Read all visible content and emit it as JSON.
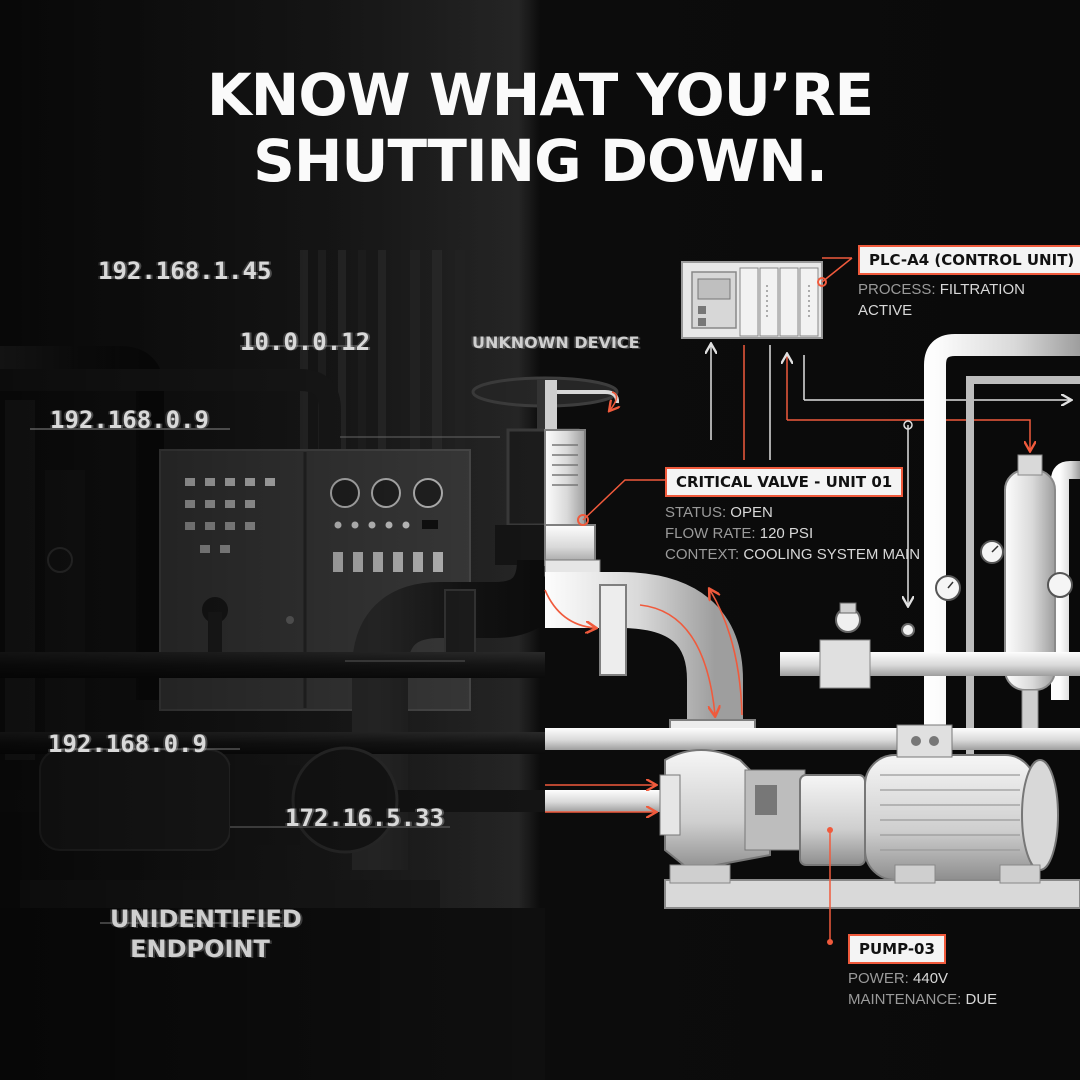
{
  "headline": {
    "line1": "KNOW WHAT YOU’RE",
    "line2": "SHUTTING DOWN."
  },
  "left_side": {
    "ip_labels": [
      "192.168.1.45",
      "10.0.0.12",
      "192.168.0.9",
      "192.168.0.9",
      "172.16.5.33"
    ],
    "unknown_device": "UNKNOWN DEVICE",
    "unidentified_line1": "UNIDENTIFIED",
    "unidentified_line2": "ENDPOINT"
  },
  "plc": {
    "tag": "PLC-A4 (CONTROL UNIT)",
    "process_key": "PROCESS:",
    "process_value": "FILTRATION",
    "process_value2": "ACTIVE"
  },
  "valve": {
    "tag": "CRITICAL VALVE - UNIT 01",
    "status_key": "STATUS:",
    "status_value": "OPEN",
    "flow_key": "FLOW RATE:",
    "flow_value": "120 PSI",
    "context_key": "CONTEXT:",
    "context_value": "COOLING SYSTEM MAIN"
  },
  "pump": {
    "tag": "PUMP-03",
    "power_key": "POWER:",
    "power_value": "440V",
    "maint_key": "MAINTENANCE:",
    "maint_value": "DUE"
  },
  "colors": {
    "accent": "#f05a3c",
    "background": "#0a0a0a",
    "text": "#fafafa"
  },
  "icons": [
    "plc-icon",
    "valve-icon",
    "pump-icon",
    "gauge-icon",
    "control-panel-icon"
  ]
}
